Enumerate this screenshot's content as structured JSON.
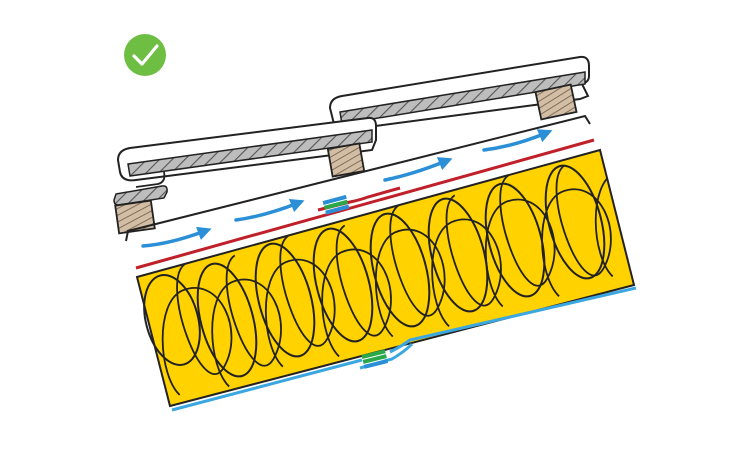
{
  "status": {
    "icon": "checkmark-circle-icon",
    "color": "#6fbe44"
  },
  "diagram": {
    "subject": "ventilated pitched roof cross-section",
    "components": [
      {
        "name": "roof-tiles",
        "icon": "roof-tile-shape",
        "color": "#b0b0b0"
      },
      {
        "name": "battens",
        "icon": "wood-batten-shape",
        "color": "#c8b49a"
      },
      {
        "name": "underlay-membrane",
        "color": "#c0202a"
      },
      {
        "name": "ventilation-airflow",
        "icon": "arrow-right-icon",
        "color": "#2a8fd6"
      },
      {
        "name": "insulation",
        "color": "#ffd200"
      },
      {
        "name": "vapour-control-layer",
        "color": "#3aa7e0"
      },
      {
        "name": "sealing-tape",
        "color": "#2aa84a"
      }
    ]
  }
}
